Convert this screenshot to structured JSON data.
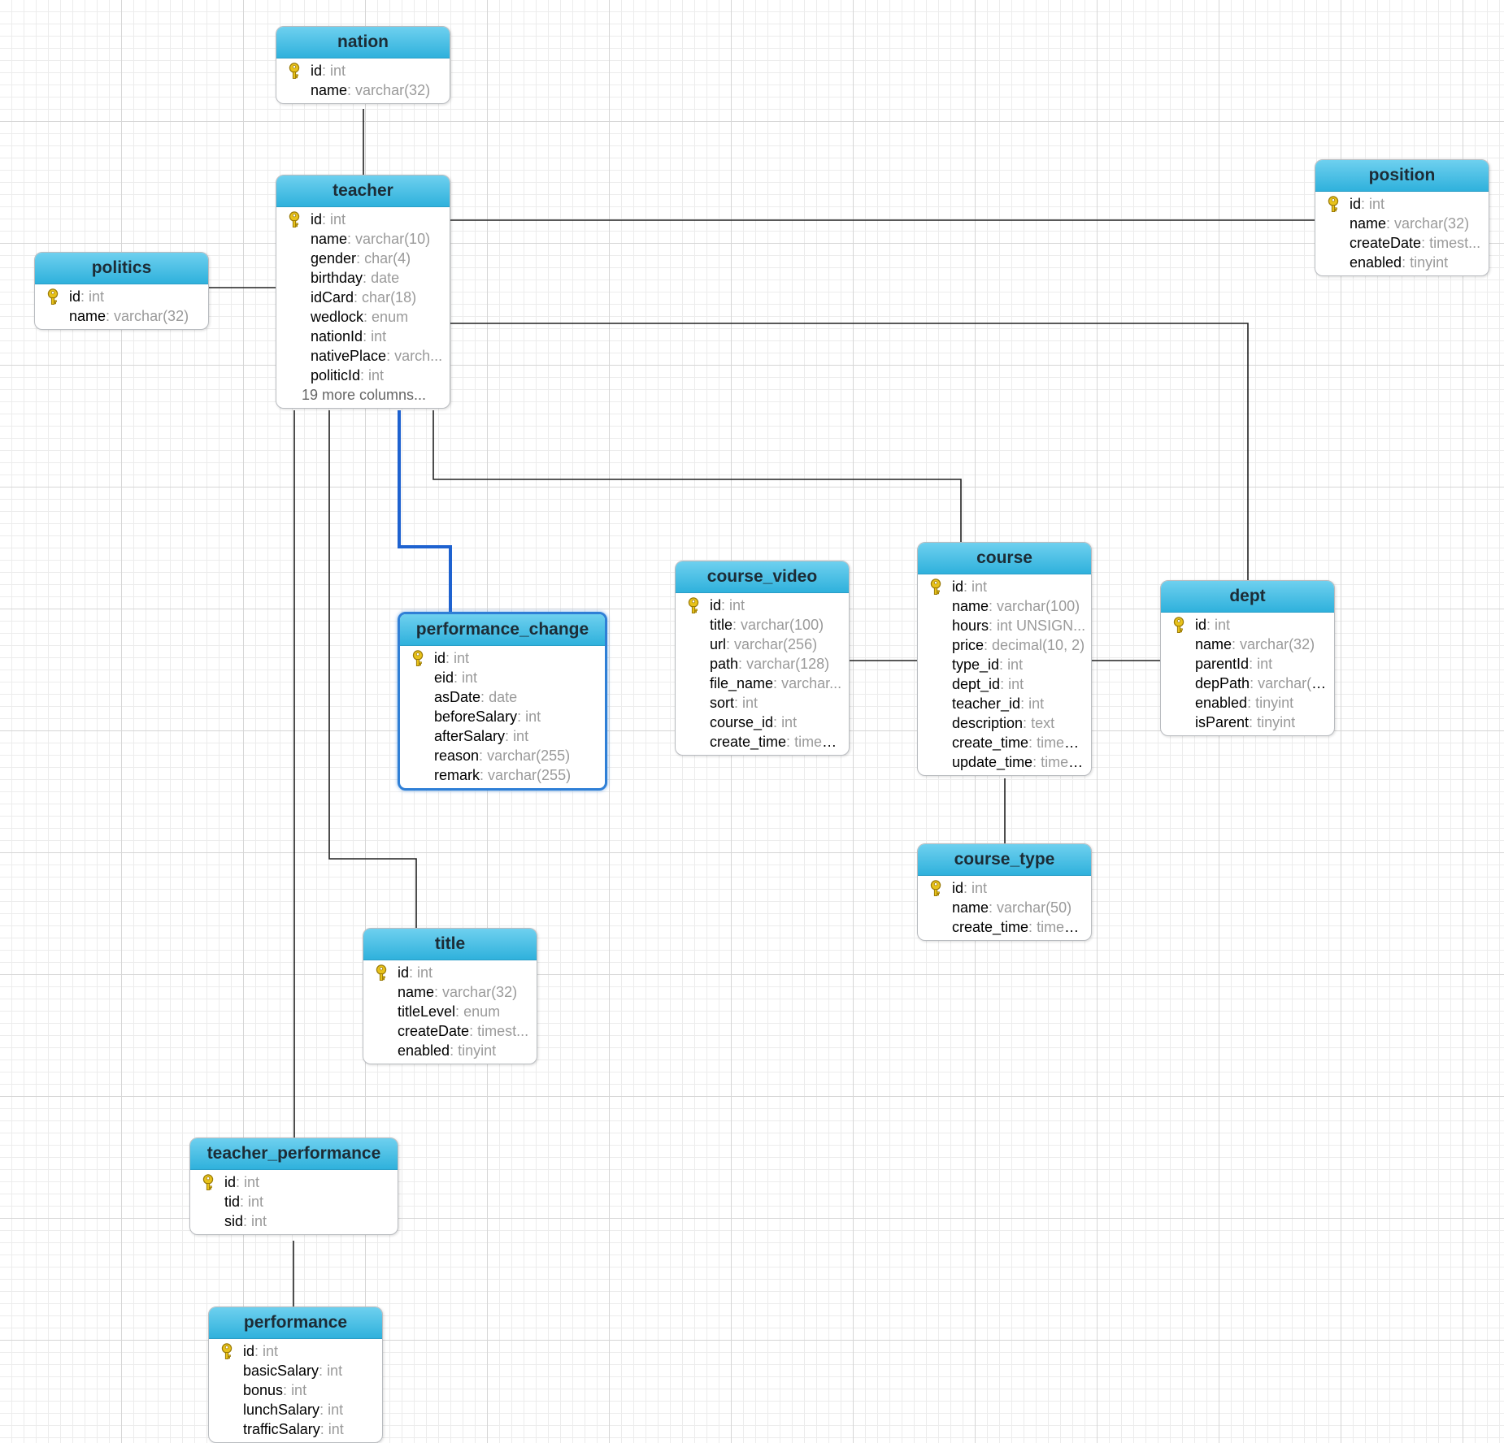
{
  "colors": {
    "link": "#222222",
    "selected_link": "#1e62d0",
    "header": "#2fb1dc",
    "key": "#e8c21a"
  },
  "tables": [
    {
      "name": "nation",
      "columns": [
        {
          "name": "id",
          "type": "int",
          "pk": true
        },
        {
          "name": "name",
          "type": "varchar(32)"
        }
      ]
    },
    {
      "name": "teacher",
      "columns": [
        {
          "name": "id",
          "type": "int",
          "pk": true
        },
        {
          "name": "name",
          "type": "varchar(10)"
        },
        {
          "name": "gender",
          "type": "char(4)"
        },
        {
          "name": "birthday",
          "type": "date"
        },
        {
          "name": "idCard",
          "type": "char(18)"
        },
        {
          "name": "wedlock",
          "type": "enum"
        },
        {
          "name": "nationId",
          "type": "int"
        },
        {
          "name": "nativePlace",
          "type": "varch..."
        },
        {
          "name": "politicId",
          "type": "int"
        }
      ],
      "more": "19 more columns..."
    },
    {
      "name": "politics",
      "columns": [
        {
          "name": "id",
          "type": "int",
          "pk": true
        },
        {
          "name": "name",
          "type": "varchar(32)"
        }
      ]
    },
    {
      "name": "position",
      "columns": [
        {
          "name": "id",
          "type": "int",
          "pk": true
        },
        {
          "name": "name",
          "type": "varchar(32)"
        },
        {
          "name": "createDate",
          "type": "timest..."
        },
        {
          "name": "enabled",
          "type": "tinyint"
        }
      ]
    },
    {
      "name": "performance_change",
      "selected": true,
      "columns": [
        {
          "name": "id",
          "type": "int",
          "pk": true
        },
        {
          "name": "eid",
          "type": "int"
        },
        {
          "name": "asDate",
          "type": "date"
        },
        {
          "name": "beforeSalary",
          "type": "int"
        },
        {
          "name": "afterSalary",
          "type": "int"
        },
        {
          "name": "reason",
          "type": "varchar(255)"
        },
        {
          "name": "remark",
          "type": "varchar(255)"
        }
      ]
    },
    {
      "name": "course_video",
      "columns": [
        {
          "name": "id",
          "type": "int",
          "pk": true
        },
        {
          "name": "title",
          "type": "varchar(100)"
        },
        {
          "name": "url",
          "type": "varchar(256)"
        },
        {
          "name": "path",
          "type": "varchar(128)"
        },
        {
          "name": "file_name",
          "type": "varchar..."
        },
        {
          "name": "sort",
          "type": "int"
        },
        {
          "name": "course_id",
          "type": "int"
        },
        {
          "name": "create_time",
          "type": "timest..."
        }
      ]
    },
    {
      "name": "course",
      "columns": [
        {
          "name": "id",
          "type": "int",
          "pk": true
        },
        {
          "name": "name",
          "type": "varchar(100)"
        },
        {
          "name": "hours",
          "type": "int UNSIGN..."
        },
        {
          "name": "price",
          "type": "decimal(10, 2)"
        },
        {
          "name": "type_id",
          "type": "int"
        },
        {
          "name": "dept_id",
          "type": "int"
        },
        {
          "name": "teacher_id",
          "type": "int"
        },
        {
          "name": "description",
          "type": "text"
        },
        {
          "name": "create_time",
          "type": "timest..."
        },
        {
          "name": "update_time",
          "type": "times..."
        }
      ]
    },
    {
      "name": "dept",
      "columns": [
        {
          "name": "id",
          "type": "int",
          "pk": true
        },
        {
          "name": "name",
          "type": "varchar(32)"
        },
        {
          "name": "parentId",
          "type": "int"
        },
        {
          "name": "depPath",
          "type": "varchar(2..."
        },
        {
          "name": "enabled",
          "type": "tinyint"
        },
        {
          "name": "isParent",
          "type": "tinyint"
        }
      ]
    },
    {
      "name": "course_type",
      "columns": [
        {
          "name": "id",
          "type": "int",
          "pk": true
        },
        {
          "name": "name",
          "type": "varchar(50)"
        },
        {
          "name": "create_time",
          "type": "timest..."
        }
      ]
    },
    {
      "name": "title",
      "columns": [
        {
          "name": "id",
          "type": "int",
          "pk": true
        },
        {
          "name": "name",
          "type": "varchar(32)"
        },
        {
          "name": "titleLevel",
          "type": "enum"
        },
        {
          "name": "createDate",
          "type": "timest..."
        },
        {
          "name": "enabled",
          "type": "tinyint"
        }
      ]
    },
    {
      "name": "teacher_performance",
      "columns": [
        {
          "name": "id",
          "type": "int",
          "pk": true
        },
        {
          "name": "tid",
          "type": "int"
        },
        {
          "name": "sid",
          "type": "int"
        }
      ]
    },
    {
      "name": "performance",
      "columns": [
        {
          "name": "id",
          "type": "int",
          "pk": true
        },
        {
          "name": "basicSalary",
          "type": "int"
        },
        {
          "name": "bonus",
          "type": "int"
        },
        {
          "name": "lunchSalary",
          "type": "int"
        },
        {
          "name": "trafficSalary",
          "type": "int"
        }
      ]
    }
  ]
}
